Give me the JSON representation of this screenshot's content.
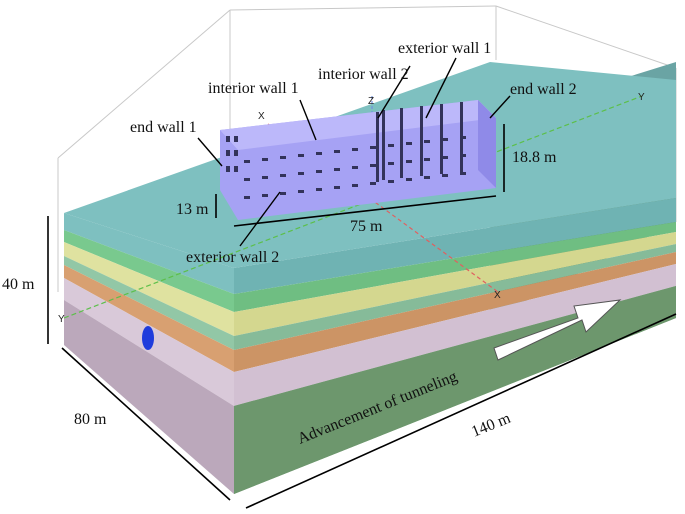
{
  "labels": {
    "exterior_wall_1": "exterior wall 1",
    "interior_wall_2": "interior wall 2",
    "interior_wall_1": "interior wall 1",
    "end_wall_2": "end wall 2",
    "end_wall_1": "end wall 1",
    "exterior_wall_2": "exterior wall 2"
  },
  "dimensions": {
    "height_18_8": "18.8 m",
    "height_13": "13 m",
    "length_75": "75 m",
    "depth_40": "40 m",
    "width_80": "80 m",
    "length_140": "140 m"
  },
  "axes": {
    "x": "X",
    "y": "Y",
    "z": "Z"
  },
  "annotation": "Advancement of tunneling",
  "colors": {
    "ground_top": "#7ec0c0",
    "green_layer": "#79c98e",
    "yellow_layer": "#dfe2a0",
    "orange_layer": "#d8a071",
    "lavender_layer": "#d9c9d9",
    "bottom_layer": "#6f9a6f",
    "building": "#a6a2f4",
    "tunnel": "#1f3cdc",
    "axis_x": "#e06060",
    "axis_y": "#5cbf4a",
    "axis_z": "#7090e0"
  }
}
